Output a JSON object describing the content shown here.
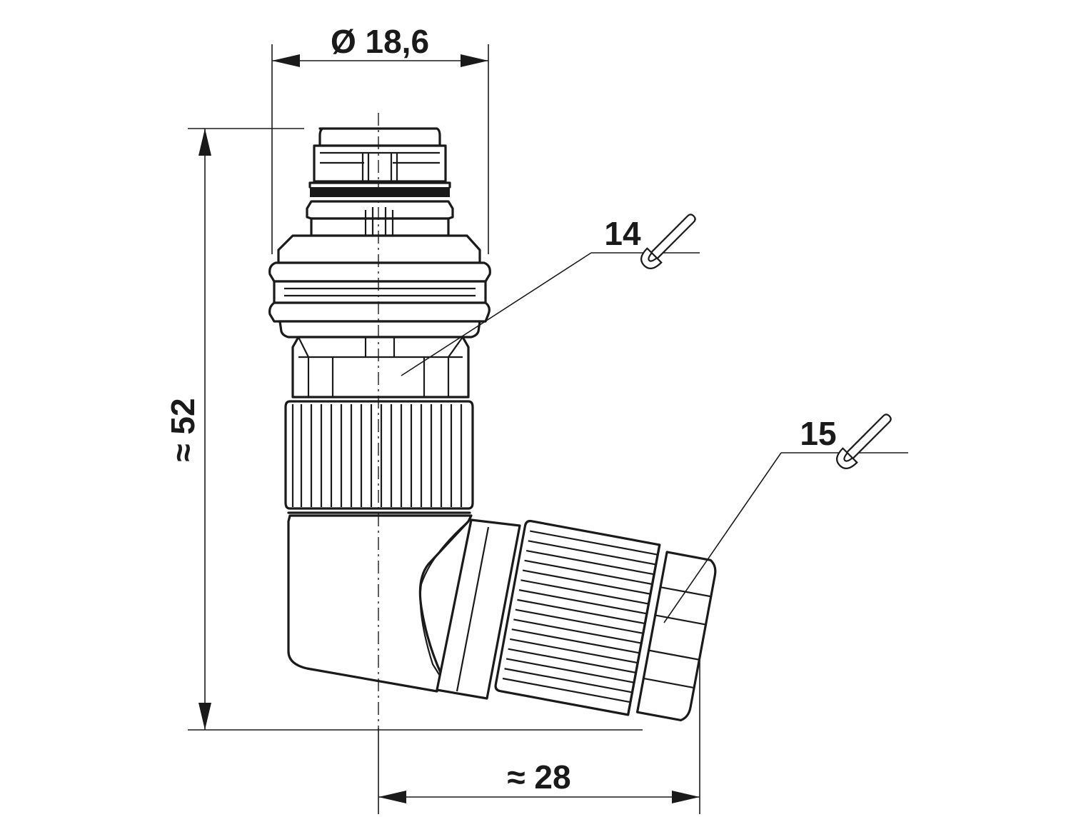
{
  "dimensions": {
    "diameter_label": "Ø 18,6",
    "height_label": "≈ 52",
    "offset_label": "≈ 28"
  },
  "callouts": [
    {
      "number": "14",
      "icon": "wrench-icon"
    },
    {
      "number": "15",
      "icon": "wrench-icon"
    }
  ]
}
